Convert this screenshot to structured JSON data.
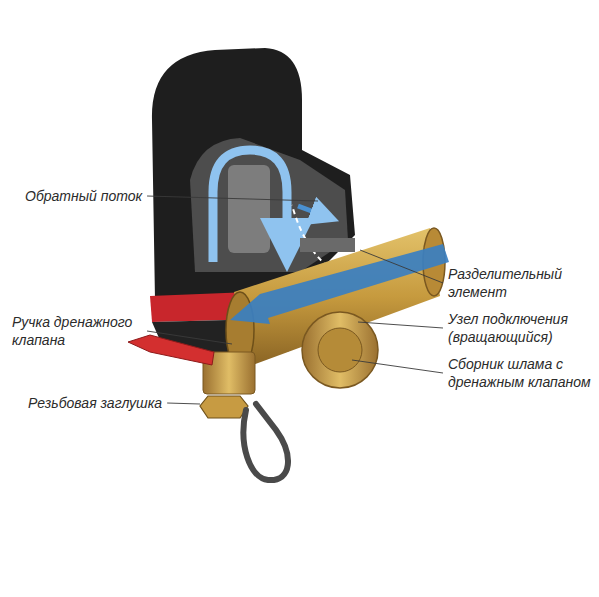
{
  "diagram": {
    "labels": [
      "Обратный поток",
      "Разделительный элемент",
      "Узел подключения (вращающийся)",
      "Сборник шлама с дренажным клапаном",
      "Ручка дренажного клапана",
      "Резьбовая заглушка"
    ]
  }
}
